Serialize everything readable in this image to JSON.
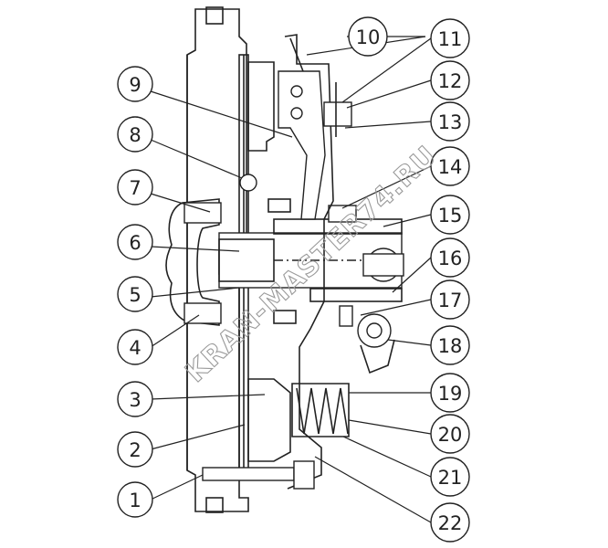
{
  "diagram": {
    "watermark": "KRAN-MASTER74.RU",
    "colors": {
      "ink": "#222222",
      "hatch": "#555555",
      "paper": "#ffffff",
      "watermark": "#9a9a9a"
    },
    "callouts_left": [
      "9",
      "8",
      "7",
      "6",
      "5",
      "4",
      "3",
      "2",
      "1"
    ],
    "callouts_right": [
      "10",
      "11",
      "12",
      "13",
      "14",
      "15",
      "16",
      "17",
      "18",
      "19",
      "20",
      "21",
      "22"
    ]
  }
}
